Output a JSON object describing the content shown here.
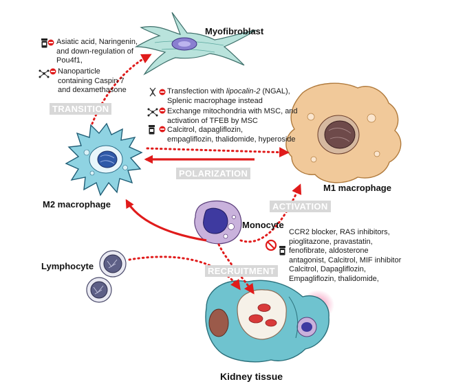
{
  "cells": {
    "myofibroblast": "Myofibroblast",
    "m2": "M2 macrophage",
    "m1": "M1 macrophage",
    "monocyte": "Monocyte",
    "lymphocyte": "Lymphocyte",
    "kidney": "Kidney tissue"
  },
  "stages": {
    "transition": "TRANSITION",
    "polarization": "POLARIZATION",
    "activation": "ACTIVATION",
    "recruitment": "RECRUITMENT"
  },
  "transition_treatments": {
    "drugs": [
      "Asiatic acid, Naringenin,",
      "and down-regulation of",
      "Pou4f1,"
    ],
    "nano": [
      "Nanoparticle",
      "containing Caspin 7",
      "and dexamethasone"
    ]
  },
  "polarization_treatments": {
    "gene_prefix": "Transfection with ",
    "gene_italic": "lipocalin-2",
    "gene_suffix": " (NGAL),",
    "gene_line2": "Splenic macrophage instead",
    "nano": [
      "Exchange mitochondria with MSC, and",
      "activation of TFEB by MSC"
    ],
    "drugs": [
      "Calcitrol, dapagliflozin,",
      "empagliflozin, thalidomide, hyperoside"
    ]
  },
  "activation_treatments": [
    "CCR2 blocker, RAS inhibitors,",
    "pioglitazone, pravastatin,",
    "fenofibrate, aldosterone",
    "antagonist, Calcitrol, MIF inhibitor",
    "Calcitrol, Dapagliflozin,",
    "Empagliflozin, thalidomide,"
  ],
  "colors": {
    "arrow_red": "#e01b1b",
    "m2_fill": "#8fd3e2",
    "m1_fill": "#f1c99a",
    "myofibroblast_fill": "#b9e3dc",
    "monocyte_fill": "#c9b2dc",
    "kidney_fill": "#6fc3cf"
  },
  "icons": {
    "drug": "pill-bottle-icon",
    "inhibit": "inhibit-icon",
    "nano": "nanoparticle-icon",
    "block": "prohibited-icon"
  }
}
